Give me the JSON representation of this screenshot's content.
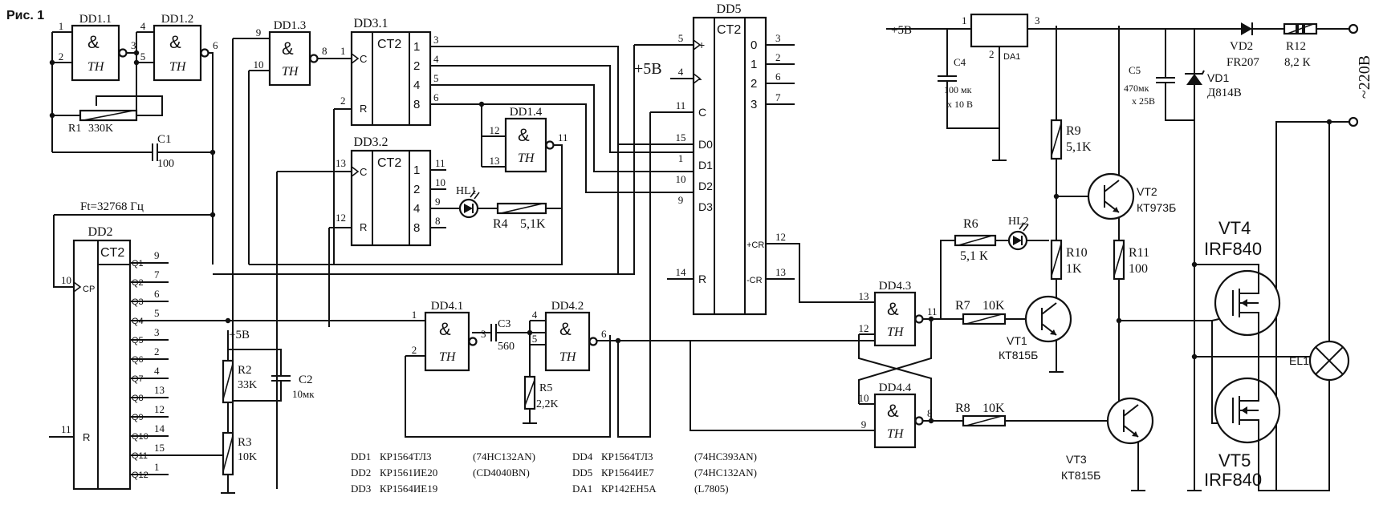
{
  "figure": {
    "caption": "Рис. 1",
    "frequency_label": "Ft=32768 Гц",
    "supply_label": "+5В",
    "mains_label": "~220В"
  },
  "chips": {
    "dd1_1": {
      "name": "DD1.1",
      "sym": "&",
      "type": "TH",
      "pins": [
        "1",
        "2",
        "3"
      ]
    },
    "dd1_2": {
      "name": "DD1.2",
      "sym": "&",
      "type": "TH",
      "pins": [
        "4",
        "5",
        "6"
      ]
    },
    "dd1_3": {
      "name": "DD1.3",
      "sym": "&",
      "type": "TH",
      "pins": [
        "9",
        "10",
        "8"
      ]
    },
    "dd1_4": {
      "name": "DD1.4",
      "sym": "&",
      "type": "TH",
      "pins": [
        "12",
        "13",
        "11"
      ]
    },
    "dd4_1": {
      "name": "DD4.1",
      "sym": "&",
      "type": "TH",
      "pins": [
        "1",
        "2",
        "3"
      ]
    },
    "dd4_2": {
      "name": "DD4.2",
      "sym": "&",
      "type": "TH",
      "pins": [
        "4",
        "5",
        "6"
      ]
    },
    "dd4_3": {
      "name": "DD4.3",
      "sym": "&",
      "type": "TH",
      "pins": [
        "13",
        "12",
        "11"
      ]
    },
    "dd4_4": {
      "name": "DD4.4",
      "sym": "&",
      "type": "TH",
      "pins": [
        "10",
        "9",
        "8"
      ]
    },
    "dd3_1": {
      "name": "DD3.1",
      "type": "CT2",
      "in": [
        {
          "pin": "1",
          "name": "C"
        },
        {
          "pin": "2",
          "name": "R"
        }
      ],
      "out": [
        {
          "pin": "3",
          "name": "1"
        },
        {
          "pin": "4",
          "name": "2"
        },
        {
          "pin": "5",
          "name": "4"
        },
        {
          "pin": "6",
          "name": "8"
        }
      ]
    },
    "dd3_2": {
      "name": "DD3.2",
      "type": "CT2",
      "in": [
        {
          "pin": "13",
          "name": "C"
        },
        {
          "pin": "12",
          "name": "R"
        }
      ],
      "out": [
        {
          "pin": "11",
          "name": "1"
        },
        {
          "pin": "10",
          "name": "2"
        },
        {
          "pin": "9",
          "name": "4"
        },
        {
          "pin": "8",
          "name": "8"
        }
      ]
    },
    "dd2": {
      "name": "DD2",
      "type": "CT2",
      "in": [
        {
          "pin": "10",
          "name": "CP"
        },
        {
          "pin": "11",
          "name": "R"
        }
      ],
      "out": [
        {
          "pin": "9",
          "name": "Q1"
        },
        {
          "pin": "7",
          "name": "Q2"
        },
        {
          "pin": "6",
          "name": "Q3"
        },
        {
          "pin": "5",
          "name": "Q4"
        },
        {
          "pin": "3",
          "name": "Q5"
        },
        {
          "pin": "2",
          "name": "Q6"
        },
        {
          "pin": "4",
          "name": "Q7"
        },
        {
          "pin": "13",
          "name": "Q8"
        },
        {
          "pin": "12",
          "name": "Q9"
        },
        {
          "pin": "14",
          "name": "Q10"
        },
        {
          "pin": "15",
          "name": "Q11"
        },
        {
          "pin": "1",
          "name": "Q12"
        }
      ]
    },
    "dd5": {
      "name": "DD5",
      "type": "CT2",
      "in": [
        {
          "pin": "5",
          "name": "+"
        },
        {
          "pin": "4",
          "name": "-"
        },
        {
          "pin": "11",
          "name": "C"
        },
        {
          "pin": "15",
          "name": "D0"
        },
        {
          "pin": "1",
          "name": "D1"
        },
        {
          "pin": "10",
          "name": "D2"
        },
        {
          "pin": "9",
          "name": "D3"
        },
        {
          "pin": "14",
          "name": "R"
        }
      ],
      "out": [
        {
          "pin": "3",
          "name": "0"
        },
        {
          "pin": "2",
          "name": "1"
        },
        {
          "pin": "6",
          "name": "2"
        },
        {
          "pin": "7",
          "name": "3"
        },
        {
          "pin": "12",
          "name": "+CR"
        },
        {
          "pin": "13",
          "name": "-CR"
        }
      ]
    },
    "da1": {
      "name": "DA1",
      "pins": [
        "1",
        "2",
        "3"
      ]
    }
  },
  "components": {
    "r1": {
      "ref": "R1",
      "value": "330K"
    },
    "c1": {
      "ref": "C1",
      "value": "100"
    },
    "r2": {
      "ref": "R2",
      "value": "33K"
    },
    "r3": {
      "ref": "R3",
      "value": "10K"
    },
    "c2": {
      "ref": "C2",
      "value": "10мк"
    },
    "c3": {
      "ref": "C3",
      "value": "560"
    },
    "r5": {
      "ref": "R5",
      "value": "2,2K"
    },
    "hl1": {
      "ref": "HL1"
    },
    "r4": {
      "ref": "R4",
      "value": "5,1K"
    },
    "r6": {
      "ref": "R6",
      "value": "5,1 К"
    },
    "hl2": {
      "ref": "HL2"
    },
    "r7": {
      "ref": "R7",
      "value": "10K"
    },
    "r8": {
      "ref": "R8",
      "value": "10K"
    },
    "r9": {
      "ref": "R9",
      "value": "5,1K"
    },
    "r10": {
      "ref": "R10",
      "value": "1K"
    },
    "r11": {
      "ref": "R11",
      "value": "100"
    },
    "vt1": {
      "ref": "VT1",
      "value": "КТ815Б"
    },
    "vt2": {
      "ref": "VT2",
      "value": "КТ973Б"
    },
    "vt3": {
      "ref": "VT3",
      "value": "КТ815Б"
    },
    "vt4": {
      "ref": "VT4",
      "value": "IRF840"
    },
    "vt5": {
      "ref": "VT5",
      "value": "IRF840"
    },
    "c4": {
      "ref": "C4",
      "value1": "100 мк",
      "value2": "х 10 В"
    },
    "c5": {
      "ref": "C5",
      "value1": "470мк",
      "value2": "х 25В"
    },
    "vd1": {
      "ref": "VD1",
      "value": "Д814В"
    },
    "vd2": {
      "ref": "VD2",
      "value": "FR207"
    },
    "r12": {
      "ref": "R12",
      "value": "8,2 К"
    },
    "el1": {
      "ref": "EL1"
    }
  },
  "parts_list": [
    {
      "ref": "DD1",
      "part": "КР1564ТЛ3",
      "equiv": "(74НС132AN)"
    },
    {
      "ref": "DD2",
      "part": "КР1561ИЕ20",
      "equiv": "(CD4040BN)"
    },
    {
      "ref": "DD3",
      "part": "КР1564ИЕ19",
      "equiv": ""
    },
    {
      "ref": "DD4",
      "part": "КР1564ТЛ3",
      "equiv": "(74НС393AN)"
    },
    {
      "ref": "DD5",
      "part": "КР1564ИЕ7",
      "equiv": "(74НС132AN)"
    },
    {
      "ref": "DA1",
      "part": "КР142ЕН5А",
      "equiv": "(L7805)"
    }
  ]
}
